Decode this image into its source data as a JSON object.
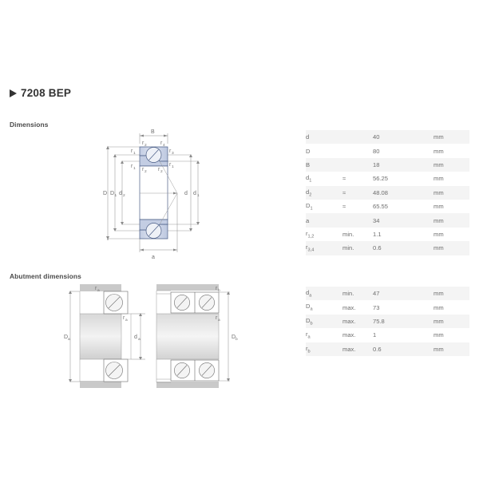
{
  "header": {
    "marker_icon": "triangle-right-icon",
    "designation": "7208 BEP"
  },
  "sections": {
    "dimensions_label": "Dimensions",
    "abutment_label": "Abutment dimensions"
  },
  "dimensions_table": {
    "unit": "mm",
    "rows": [
      {
        "symbol": "d",
        "sub": "",
        "qualifier": "",
        "value": "40",
        "unit": "mm"
      },
      {
        "symbol": "D",
        "sub": "",
        "qualifier": "",
        "value": "80",
        "unit": "mm"
      },
      {
        "symbol": "B",
        "sub": "",
        "qualifier": "",
        "value": "18",
        "unit": "mm"
      },
      {
        "symbol": "d",
        "sub": "1",
        "qualifier": "≈",
        "value": "56.25",
        "unit": "mm"
      },
      {
        "symbol": "d",
        "sub": "2",
        "qualifier": "≈",
        "value": "48.08",
        "unit": "mm"
      },
      {
        "symbol": "D",
        "sub": "1",
        "qualifier": "≈",
        "value": "65.55",
        "unit": "mm"
      },
      {
        "symbol": "a",
        "sub": "",
        "qualifier": "",
        "value": "34",
        "unit": "mm"
      },
      {
        "symbol": "r",
        "sub": "1,2",
        "qualifier": "min.",
        "value": "1.1",
        "unit": "mm"
      },
      {
        "symbol": "r",
        "sub": "3,4",
        "qualifier": "min.",
        "value": "0.6",
        "unit": "mm"
      }
    ]
  },
  "abutment_table": {
    "unit": "mm",
    "rows": [
      {
        "symbol": "d",
        "sub": "a",
        "qualifier": "min.",
        "value": "47",
        "unit": "mm"
      },
      {
        "symbol": "D",
        "sub": "a",
        "qualifier": "max.",
        "value": "73",
        "unit": "mm"
      },
      {
        "symbol": "D",
        "sub": "b",
        "qualifier": "max.",
        "value": "75.8",
        "unit": "mm"
      },
      {
        "symbol": "r",
        "sub": "a",
        "qualifier": "max.",
        "value": "1",
        "unit": "mm"
      },
      {
        "symbol": "r",
        "sub": "b",
        "qualifier": "max.",
        "value": "0.6",
        "unit": "mm"
      }
    ]
  },
  "main_drawing": {
    "name": "bearing-cross-section",
    "labels": {
      "B": "B",
      "a": "a",
      "D": "D",
      "D1": "D₁",
      "d2": "d₂",
      "d": "d",
      "d1": "d₁",
      "r1_top": "r₁",
      "r2_top": "r₂",
      "r3_top": "r₃",
      "r4_top": "r₄",
      "r1_inner": "r₁",
      "r2_inner": "r₂",
      "r1_right": "r₁",
      "r2_right": "r₂"
    }
  },
  "abutment_drawing": {
    "name": "abutment-diagrams",
    "left": {
      "labels": {
        "Da": "Dₐ",
        "da": "dₐ",
        "ra_outer": "rₐ",
        "ra_inner": "rₐ"
      }
    },
    "right": {
      "labels": {
        "Db": "Dᵇ",
        "rb": "rᵇ",
        "ra": "rₐ"
      }
    }
  },
  "colors": {
    "ring_fill": "#ccd5e8",
    "ring_stroke": "#4a5d86",
    "shaft_gray": "#c9c9c9",
    "line": "#9a9a9a",
    "text": "#6e6e6e",
    "row_stripe": "#f4f4f4"
  }
}
